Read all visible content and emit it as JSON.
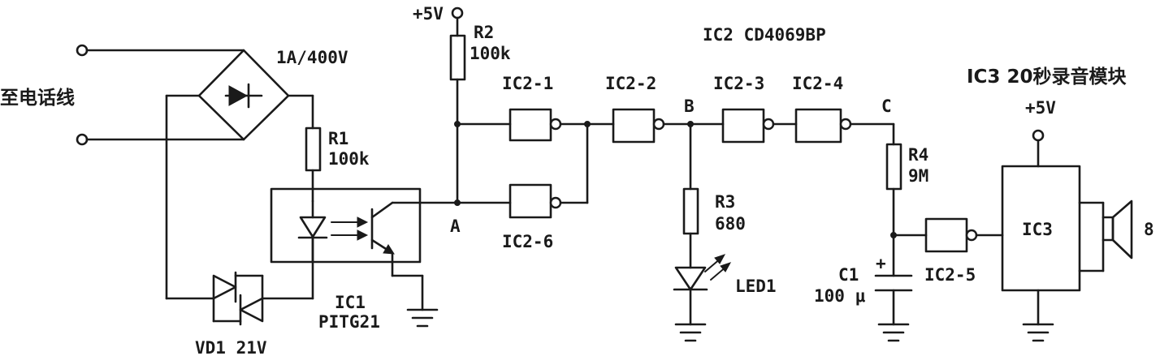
{
  "labels": {
    "phone_line": "至电话线",
    "bridge": "1A/400V",
    "r1_name": "R1",
    "r1_value": "100k",
    "r2_name": "R2",
    "r2_value": "100k",
    "vcc_top": "+5V",
    "node_a": "A",
    "node_b": "B",
    "node_c": "C",
    "ic2_title": "IC2 CD4069BP",
    "ic2_1": "IC2-1",
    "ic2_2": "IC2-2",
    "ic2_3": "IC2-3",
    "ic2_4": "IC2-4",
    "ic2_5": "IC2-5",
    "ic2_6": "IC2-6",
    "r3_name": "R3",
    "r3_value": "680",
    "led1": "LED1",
    "r4_name": "R4",
    "r4_value": "9M",
    "c1_name": "C1",
    "c1_value": "100 μ",
    "c1_plus": "+",
    "ic1_name": "IC1",
    "ic1_part": "PITG21",
    "vd1": "VD1 21V",
    "ic3_title": "IC3 20秒录音模块",
    "ic3_vcc": "+5V",
    "ic3_box": "IC3",
    "speaker_ohm": "8"
  }
}
